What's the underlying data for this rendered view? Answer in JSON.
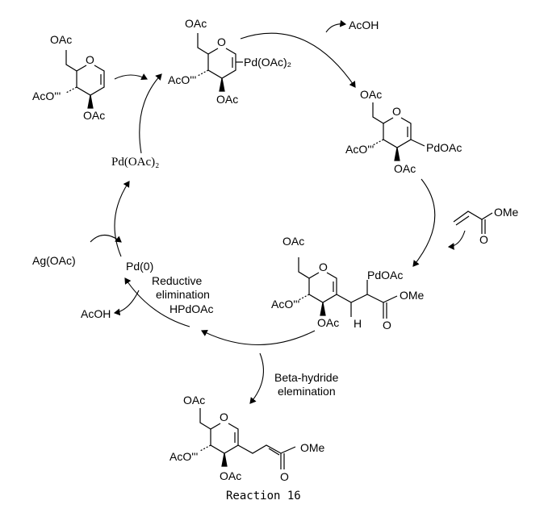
{
  "caption": "Reaction 16",
  "reagents": {
    "acoh_top": "AcOH",
    "acoh_left": "AcOH",
    "ag_oac": "Ag(OAc)",
    "pd0": "Pd(0)",
    "pd_oac2": "Pd(OAc)₂",
    "hpdoac": "HPdOAc"
  },
  "steps": {
    "reductive_1": "Reductive",
    "reductive_2": "elimination",
    "beta_1": "Beta-hydride",
    "beta_2": "elemination"
  },
  "glycal": {
    "oac6": "OAc",
    "ring_o": "O",
    "aco4": "AcO'''",
    "oac3": "OAc"
  },
  "pd_adduct": {
    "oac6": "OAc",
    "ring_o": "O",
    "pd": "Pd(OAc)₂",
    "aco4": "AcO'''",
    "oac3": "OAc"
  },
  "vinyl_pd": {
    "oac6": "OAc",
    "ring_o": "O",
    "pd": "PdOAc",
    "aco4": "AcO'''",
    "oac3": "OAc"
  },
  "acrylate": {
    "ome": "OMe",
    "o": "O"
  },
  "insertion": {
    "oac6": "OAc",
    "ring_o": "O",
    "pd": "PdOAc",
    "ome": "OMe",
    "aco4": "AcO'''",
    "oac3": "OAc",
    "h": "H",
    "o": "O"
  },
  "product": {
    "oac6": "OAc",
    "ring_o": "O",
    "ome": "OMe",
    "aco4": "AcO'''",
    "oac3": "OAc",
    "o": "O"
  }
}
